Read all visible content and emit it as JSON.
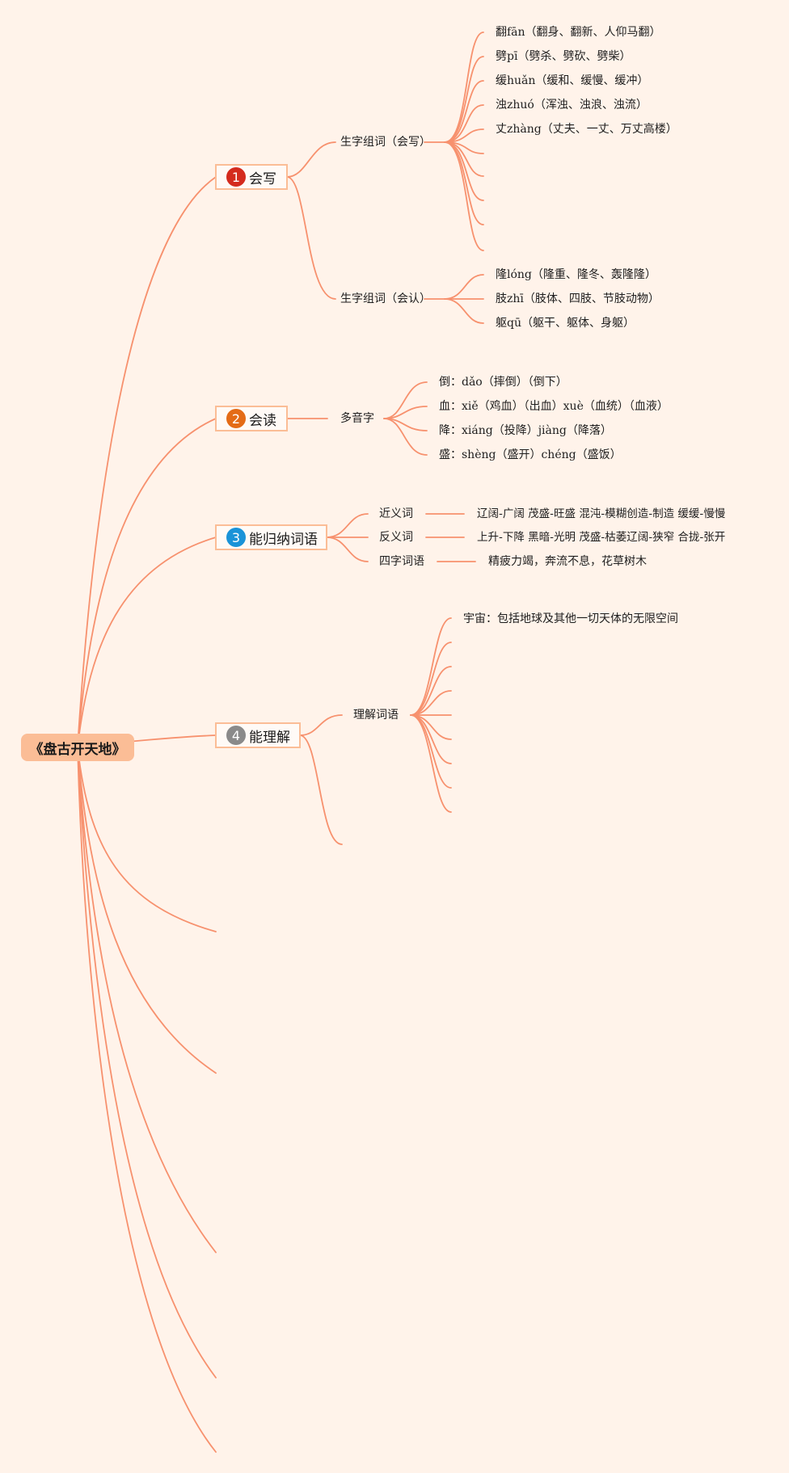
{
  "root": "《盘古开天地》",
  "colors": {
    "branch": "#f7916e",
    "root_bg": "#fbbd96",
    "background": "#fff3ea",
    "badge_1": "#d42b1e",
    "badge_2": "#e46b16",
    "badge_3": "#1a93d8",
    "badge_4": "#8a8a8a"
  },
  "sections": {
    "s1": {
      "badge": "1",
      "label": "会写",
      "write": {
        "label": "生字组词（会写）",
        "items": [
          "翻fān（翻身、翻新、人仰马翻）",
          "劈pī（劈杀、劈砍、劈柴）",
          "缓huǎn（缓和、缓慢、缓冲）",
          "浊zhuó（浑浊、浊浪、浊流）",
          "丈zhàng（丈夫、一丈、万丈高楼）"
        ]
      },
      "recognize": {
        "label": "生字组词（会认）",
        "items": [
          "隆lóng（隆重、隆冬、轰隆隆）",
          "肢zhī（肢体、四肢、节肢动物）",
          "躯qū（躯干、躯体、身躯）"
        ]
      }
    },
    "s2": {
      "badge": "2",
      "label": "会读",
      "node": "多音字",
      "items": [
        "倒：dǎo（摔倒）（倒下）",
        "血：xiě（鸡血）（出血）xuè（血统）（血液）",
        "降：xiáng（投降）jiàng（降落）",
        "盛：shèng（盛开）chéng（盛饭）"
      ]
    },
    "s3": {
      "badge": "3",
      "label": "能归纳词语",
      "synonym": {
        "label": "近义词",
        "value": "辽阔-广阔  茂盛-旺盛  混沌-模糊创造-制造  缓缓-慢慢"
      },
      "antonym": {
        "label": "反义词",
        "value": "上升-下降  黑暗-光明  茂盛-枯萎辽阔-狭窄  合拢-张开"
      },
      "idiom": {
        "label": "四字词语",
        "value": "精疲力竭，奔流不息，花草树木"
      }
    },
    "s4": {
      "badge": "4",
      "label": "能理解",
      "node": "理解词语",
      "items": [
        "宇宙：包括地球及其他一切天体的无限空间"
      ]
    }
  }
}
